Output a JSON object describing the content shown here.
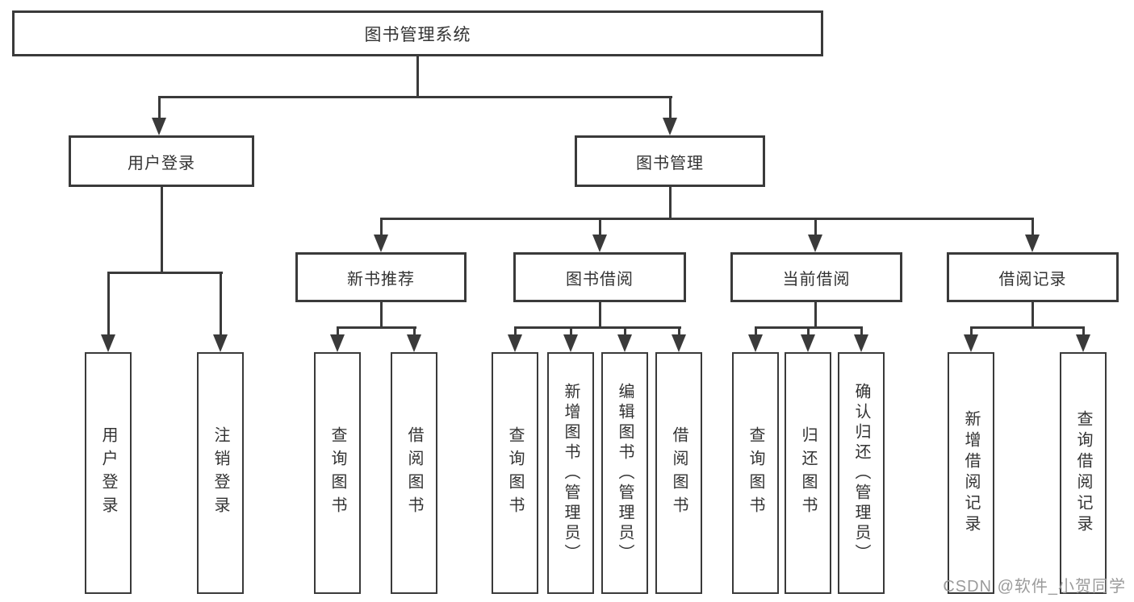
{
  "diagram_type": "hierarchy-tree",
  "tree": {
    "root": {
      "label": "图书管理系统"
    },
    "branches": [
      {
        "label": "用户登录",
        "leaves": [
          "用户登录",
          "注销登录"
        ]
      },
      {
        "label": "图书管理",
        "children": [
          {
            "label": "新书推荐",
            "leaves": [
              "查询图书",
              "借阅图书"
            ]
          },
          {
            "label": "图书借阅",
            "leaves": [
              "查询图书",
              "新增图书（管理员）",
              "编辑图书（管理员）",
              "借阅图书"
            ]
          },
          {
            "label": "当前借阅",
            "leaves": [
              "查询图书",
              "归还图书",
              "确认归还（管理员）"
            ]
          },
          {
            "label": "借阅记录",
            "leaves": [
              "新增借阅记录",
              "查询借阅记录"
            ]
          }
        ]
      }
    ]
  },
  "watermark": {
    "text": "CSDN @软件_小贺同学"
  },
  "colors": {
    "line": "#3a3a3a",
    "border": "#3a3a3a",
    "text": "#333333",
    "background": "#ffffff",
    "watermark": "#9b9b9b"
  }
}
